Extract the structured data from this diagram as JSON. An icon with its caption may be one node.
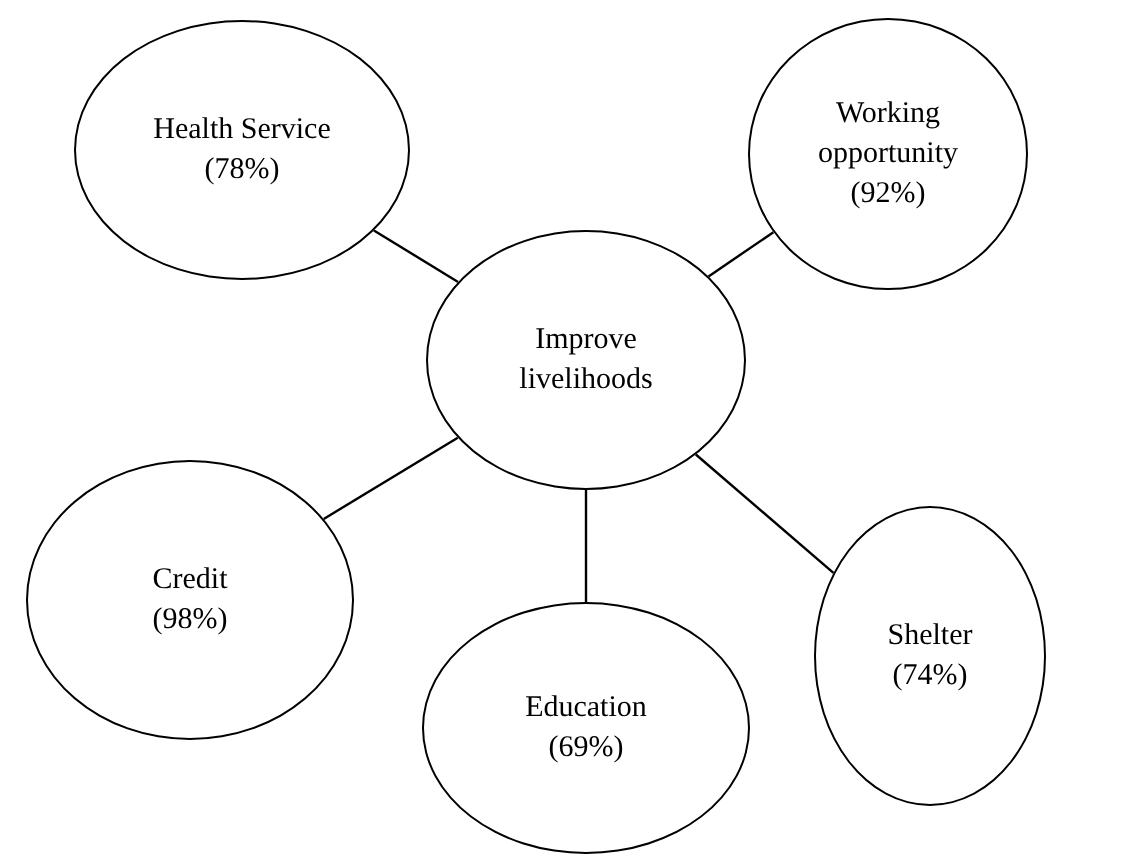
{
  "diagram": {
    "nodes": [
      {
        "text": [
          "Improve livelihoods"
        ]
      },
      {
        "text": [
          "Health Service",
          "(78%)"
        ]
      },
      {
        "text": [
          "Working opportunity",
          "(92%)"
        ]
      },
      {
        "text": [
          "Credit",
          "(98%)"
        ]
      },
      {
        "text": [
          "Shelter",
          "(74%)"
        ]
      },
      {
        "text": [
          "Education",
          "(69%)"
        ]
      }
    ],
    "edges": [
      {
        "from": 0,
        "to": 1,
        "arrow": "none"
      },
      {
        "from": 0,
        "to": 2,
        "arrow": "none"
      },
      {
        "from": 0,
        "to": 3,
        "arrow": "none"
      },
      {
        "from": 0,
        "to": 4,
        "arrow": "none"
      },
      {
        "from": 0,
        "to": 5,
        "arrow": "none"
      }
    ]
  }
}
